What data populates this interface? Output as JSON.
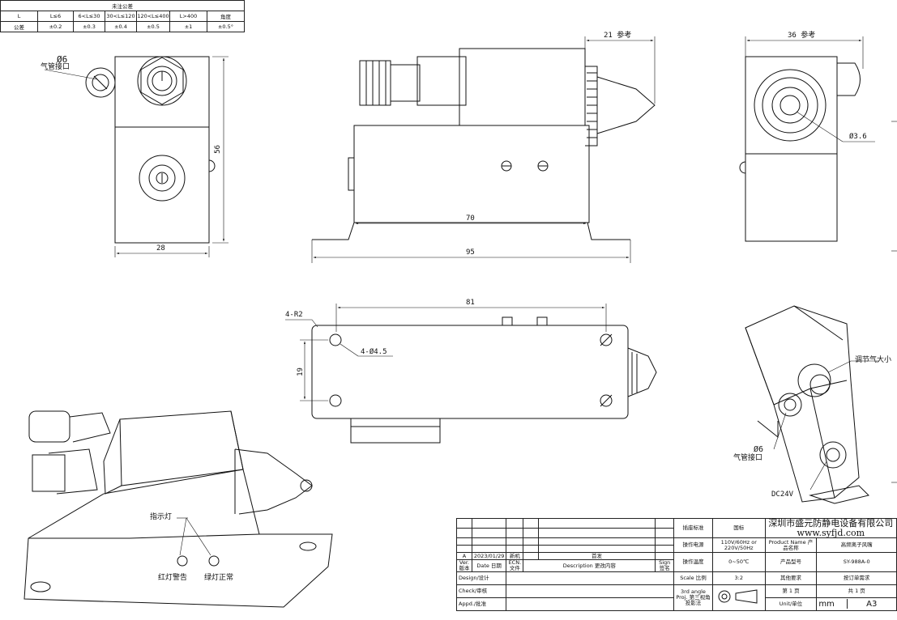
{
  "tolerance_table": {
    "title": "未注公差",
    "header": [
      "L",
      "L≤6",
      "6<L≤30",
      "30<L≤120",
      "120<L≤400",
      "L>400",
      "角度"
    ],
    "row_label": "公差",
    "values": [
      "±0.2",
      "±0.3",
      "±0.4",
      "±0.5",
      "±1",
      "±0.5°"
    ]
  },
  "dimensions": {
    "pipe_dia": "Ø6",
    "pipe_label": "气管接口",
    "height_56": "56",
    "width_28": "28",
    "ref_21": "21 参考",
    "len_70": "70",
    "len_95": "95",
    "ref_36": "36 参考",
    "dia_36": "Ø3.6",
    "len_81": "81",
    "r2": "4-R2",
    "holes": "4-Ø4.5",
    "len_19": "19"
  },
  "iso_labels": {
    "adjust": "调节气大小",
    "pipe_dia": "Ø6",
    "pipe_label": "气管接口",
    "power": "DC24V"
  },
  "annotations": {
    "indicator": "指示灯",
    "red": "红灯警告",
    "green": "绿灯正常"
  },
  "title_block": {
    "rev_ver": "A",
    "rev_date": "2023/01/29",
    "rev_ecn": "新机",
    "rev_desc": "首发",
    "ver_label": "Ver. 版本",
    "date_label": "Date 日期",
    "ecn_label": "ECN. 文件",
    "desc_label": "Description 更改内容",
    "sign_label": "Sign 签名",
    "design": "Design/设计",
    "check": "Check/审核",
    "appd": "Appd./批准",
    "std_label": "插座标准",
    "std_value": "国标",
    "company_cn": "深圳市盛元防静电设备有限公司",
    "company_web": "www.syfjd.com",
    "power_label": "操作电源",
    "power_value": "110V/60Hz or 220V/50Hz",
    "product_name_label": "Product Name 产品名称",
    "product_name": "高频离子风嘴",
    "temp_label": "操作温度",
    "temp_value": "0~50℃",
    "model_label": "产品型号",
    "model_value": "SY-988A-0",
    "scale_label": "Scale 比例",
    "scale_value": "3:2",
    "other_label": "其他要求",
    "other_value": "按订单需求",
    "sheet_no": "第 1 页",
    "sheet_total": "共 1 页",
    "projection": "3rd angle Proj. 第三视角投影法",
    "unit_label": "Unit/单位",
    "unit_value": "mm",
    "size_value": "A3"
  }
}
